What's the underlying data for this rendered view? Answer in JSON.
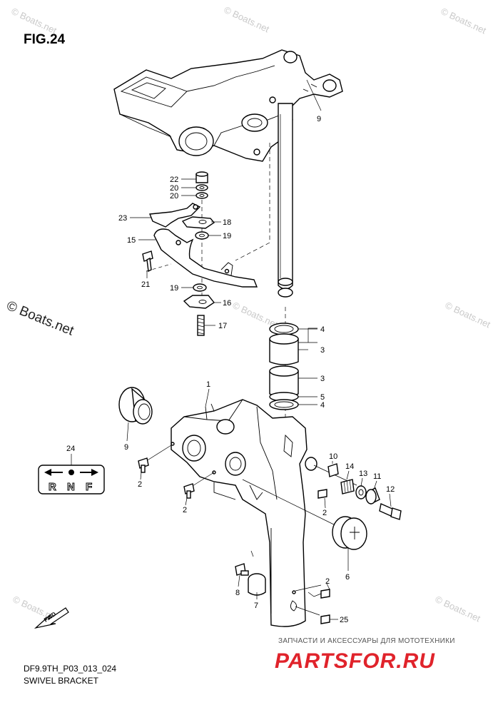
{
  "figure": {
    "title": "FIG.24",
    "code": "DF9.9TH_P03_013_024",
    "name": "SWIVEL BRACKET"
  },
  "watermarks": {
    "small": "© Boats.net",
    "large": "© Boats.net"
  },
  "shop": {
    "note": "ЗАПЧАСТИ И АКСЕССУАРЫ ДЛЯ МОТОТЕХНИКИ",
    "logo": "PARTSFOR.RU"
  },
  "direction_plate": {
    "letters": [
      "R",
      "N",
      "F"
    ]
  },
  "fwd_label": "FWD",
  "callouts": [
    "9",
    "22",
    "20",
    "20",
    "23",
    "18",
    "15",
    "19",
    "21",
    "19",
    "16",
    "17",
    "4",
    "3",
    "3",
    "5",
    "4",
    "1",
    "9",
    "24",
    "10",
    "14",
    "13",
    "11",
    "12",
    "2",
    "2",
    "2",
    "6",
    "8",
    "7",
    "2",
    "25"
  ]
}
